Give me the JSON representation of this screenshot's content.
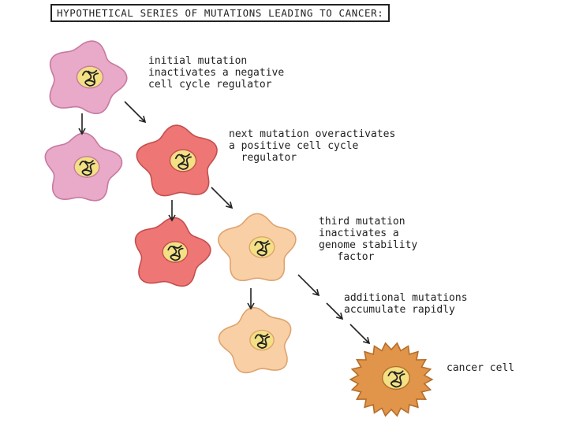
{
  "title": "HYPOTHETICAL SERIES OF MUTATIONS LEADING TO CANCER:",
  "labels": {
    "initial": "initial mutation\ninactivates a negative\ncell cycle regulator",
    "next": "next mutation overactivates\na positive cell cycle\n  regulator",
    "third": "third mutation\ninactivates a\ngenome stability\n   factor",
    "additional": "additional mutations\naccumulate rapidly",
    "cancer": "cancer cell"
  },
  "colors": {
    "pink_cell": "#e9a9c8",
    "pink_outline": "#c77aa0",
    "red_cell": "#ee7775",
    "red_outline": "#c44e4e",
    "peach_cell": "#f9cfa6",
    "peach_outline": "#dfa36e",
    "cancer_cell": "#e0954a",
    "cancer_outline": "#b66e2a",
    "nucleus": "#f3e084",
    "chromatin": "#222222"
  }
}
